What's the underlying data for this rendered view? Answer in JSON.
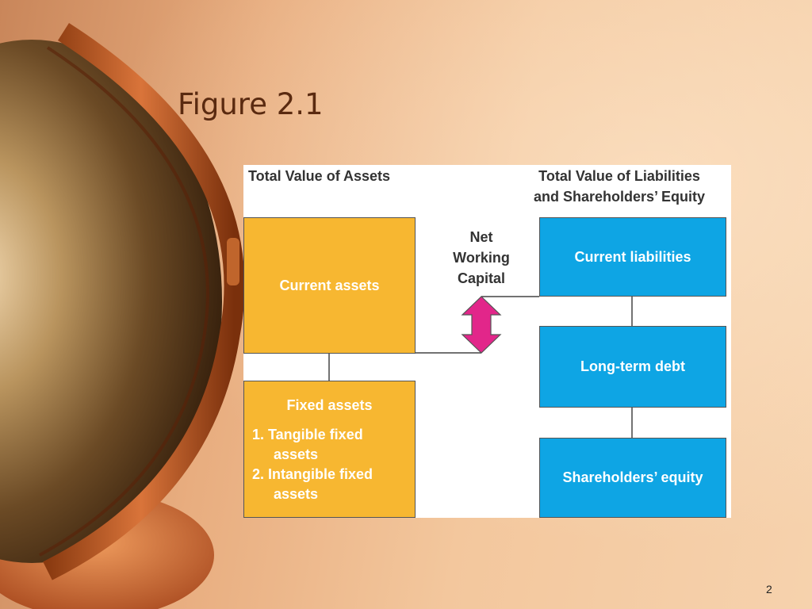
{
  "slide": {
    "title": "Figure 2.1",
    "page_number": "2"
  },
  "diagram": {
    "left_heading": "Total Value of Assets",
    "right_heading_line1": "Total Value of Liabilities",
    "right_heading_line2": "and Shareholders’ Equity",
    "current_assets": "Current assets",
    "fixed_assets": {
      "title": "Fixed assets",
      "item1_line1": "1.  Tangible fixed",
      "item1_line2": "assets",
      "item2_line1": "2.  Intangible fixed",
      "item2_line2": "assets"
    },
    "net_working_capital": [
      "Net",
      "Working",
      "Capital"
    ],
    "current_liabilities": "Current liabilities",
    "long_term_debt": "Long-term debt",
    "shareholders_equity": "Shareholders’ equity"
  },
  "colors": {
    "assets": "#f7b731",
    "liabilities": "#0ea5e4",
    "arrow": "#e2268a"
  }
}
